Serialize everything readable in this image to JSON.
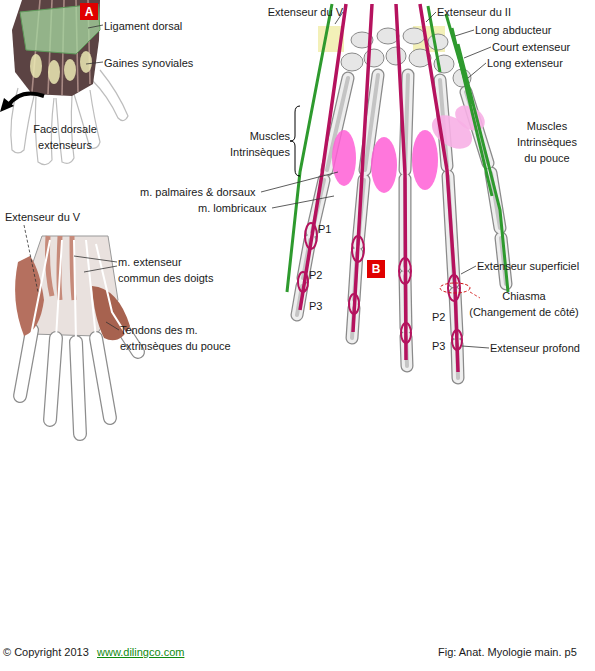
{
  "diagram": {
    "caption": "Fig: Anat. Myologie main. p5",
    "nodes": [
      {
        "text": [
          "A"
        ]
      },
      {
        "text": [
          "B"
        ]
      }
    ],
    "labels": [
      "Ligament dorsal",
      "Gaines synoviales",
      "Face dorsale extenseurs",
      "Extenseur du V",
      "m. extenseur commun des doigts",
      "Tendons des m. extrinsèques du pouce",
      "Extenseur du V",
      "Extenseur du II",
      "Long abducteur",
      "Court extenseur",
      "Long extenseur",
      "Muscles Intrinsèques",
      "Muscles Intrinsèques du pouce",
      "m. palmaires & dorsaux",
      "m. lombricaux",
      "P1",
      "P2",
      "P3",
      "Extenseur superficiel",
      "Chiasma (Changement de côté)",
      "P2",
      "P3",
      "Extenseur profond",
      "© Copyright 2013",
      "www.dilingco.com"
    ]
  }
}
